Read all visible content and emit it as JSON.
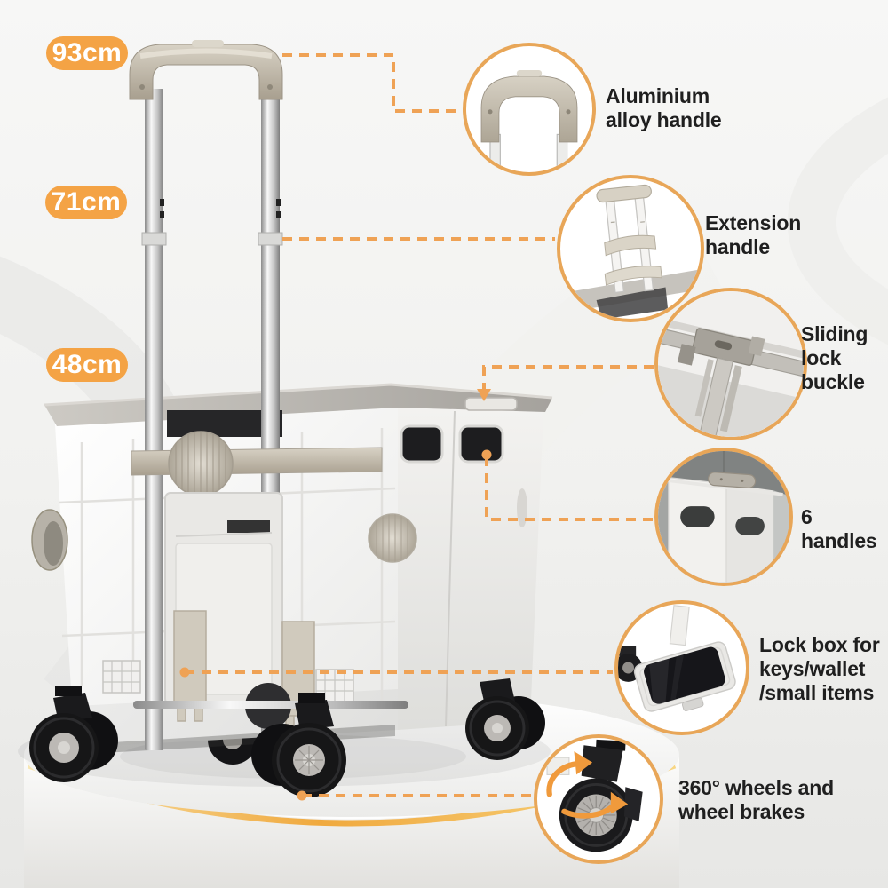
{
  "colors": {
    "accent_orange": "#F4A345",
    "callout_ring": "#E8A658",
    "dashed_line": "#EFA255",
    "platform_stripe": "#F0A93E",
    "label_text": "#1F1F1F"
  },
  "measurements": [
    {
      "id": "total-height",
      "label": "93cm"
    },
    {
      "id": "mid-height",
      "label": "71cm"
    },
    {
      "id": "crate-height",
      "label": "48cm"
    }
  ],
  "features": [
    {
      "id": "aluminium-alloy-handle",
      "label": "Aluminium\nalloy handle"
    },
    {
      "id": "extension-handle",
      "label": "Extension\nhandle"
    },
    {
      "id": "sliding-lock-buckle",
      "label": "Sliding\nlock\nbuckle"
    },
    {
      "id": "six-handles",
      "label": "6 handles"
    },
    {
      "id": "lock-box",
      "label": "Lock box for\nkeys/wallet\n/small items"
    },
    {
      "id": "wheels-brakes",
      "label": "360° wheels and\nwheel brakes"
    }
  ]
}
